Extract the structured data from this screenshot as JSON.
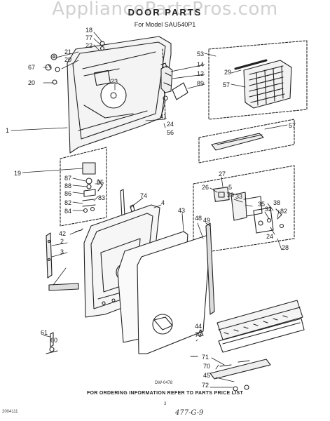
{
  "watermark": "AppliancePartsPros.com",
  "title": "DOOR PARTS",
  "subtitle": "For Model SAU540P1",
  "footer": "FOR ORDERING INFORMATION REFER TO PARTS PRICE LIST",
  "drawing_number": "DW-0478",
  "sheet_code": "2004111",
  "page_number": "3",
  "handwritten_note": "477-G-9",
  "callouts": [
    "18",
    "77",
    "22",
    "21",
    "20",
    "67",
    "20",
    "23",
    "1",
    "53",
    "14",
    "12",
    "89",
    "29",
    "57",
    "41",
    "24",
    "56",
    "57",
    "19",
    "87",
    "88",
    "86",
    "82",
    "84",
    "85",
    "83",
    "74",
    "27",
    "26",
    "5",
    "39",
    "33",
    "35",
    "38",
    "32",
    "82",
    "24",
    "28",
    "42",
    "2",
    "3",
    "4",
    "43",
    "48",
    "49",
    "61",
    "60",
    "44",
    "73",
    "71",
    "70",
    "45",
    "72"
  ]
}
